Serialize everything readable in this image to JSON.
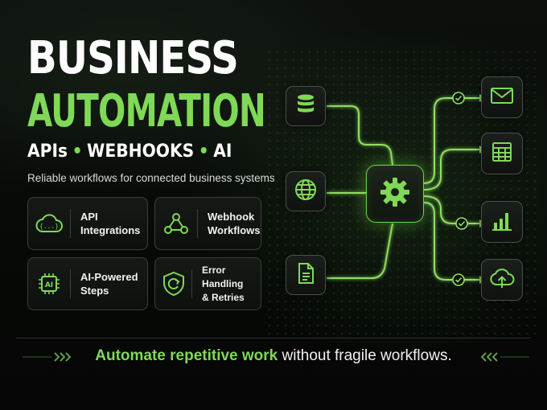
{
  "hero": {
    "title_line1": "BUSINESS",
    "title_line2": "AUTOMATION",
    "subtitle_parts": [
      "APIs",
      "WEBHOOKS",
      "AI"
    ],
    "subtitle_separator": "•",
    "tagline": "Reliable workflows for connected business systems"
  },
  "features": [
    {
      "icon": "cloud-code-icon",
      "line1": "API",
      "line2": "Integrations"
    },
    {
      "icon": "webhook-icon",
      "line1": "Webhook",
      "line2": "Workflows"
    },
    {
      "icon": "ai-chip-icon",
      "line1": "AI-Powered",
      "line2": "Steps",
      "icon_text": "AI"
    },
    {
      "icon": "shield-retry-icon",
      "line1": "Error Handling",
      "line2": "& Retries"
    }
  ],
  "diagram": {
    "inputs": [
      "database-icon",
      "globe-icon",
      "document-icon"
    ],
    "hub": "gear-icon",
    "outputs": [
      "mail-icon",
      "spreadsheet-icon",
      "bar-chart-icon",
      "cloud-upload-icon"
    ],
    "check": "check-circle-icon"
  },
  "footer": {
    "highlight": "Automate repetitive work",
    "rest": "without fragile workflows."
  },
  "colors": {
    "accent": "#7fd957",
    "background": "#070907",
    "card_border": "#3a3f3a"
  }
}
